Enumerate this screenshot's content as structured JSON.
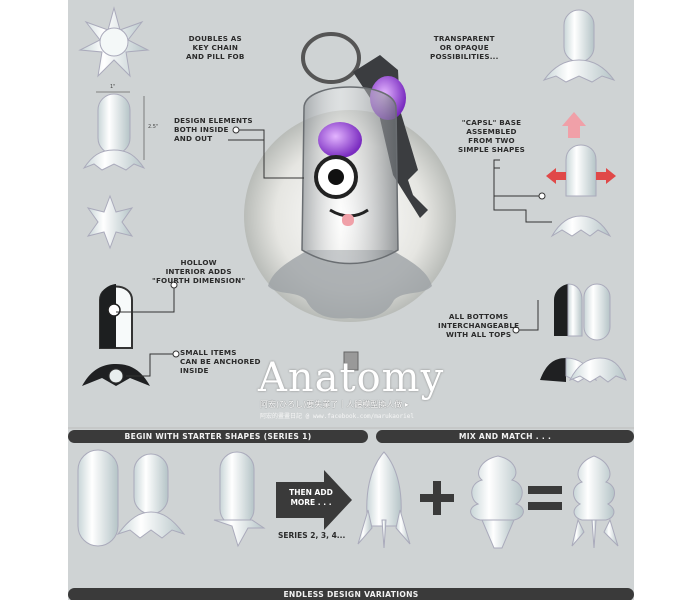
{
  "labels": {
    "keychain": [
      "DOUBLES AS",
      "KEY CHAIN",
      "AND PILL FOB"
    ],
    "transparent": [
      "TRANSPARENT",
      "OR OPAQUE",
      "POSSIBILITIES..."
    ],
    "design": [
      "DESIGN ELEMENTS",
      "BOTH INSIDE",
      "AND OUT"
    ],
    "capsl": [
      "\"CAPSL\" BASE",
      "ASSEMBLED",
      "FROM TWO",
      "SIMPLE SHAPES"
    ],
    "hollow": [
      "HOLLOW",
      "INTERIOR ADDS",
      "\"FOURTH DIMENSION\""
    ],
    "bottoms": [
      "ALL BOTTOMS",
      "INTERCHANGEABLE",
      "WITH ALL TOPS"
    ],
    "small": [
      "SMALL ITEMS",
      "CAN BE ANCHORED",
      "INSIDE"
    ]
  },
  "dimensions": {
    "width": "1\"",
    "height": "2.5\""
  },
  "title": "Anatomy",
  "subtitle": "阿宏(ひろし)要失業了｜人體模型換人做 ▸",
  "watermark": "阿宏的畫畫日記  @ www.facebook.com/marukaoriel",
  "bars": {
    "starter": "BEGIN WITH STARTER SHAPES (SERIES 1)",
    "mix": "MIX AND MATCH . . .",
    "endless": "ENDLESS DESIGN VARIATIONS"
  },
  "then_add": [
    "THEN ADD",
    "MORE . . ."
  ],
  "series": "SERIES 2, 3, 4...",
  "colors": {
    "poster_bg": "#cfd3d4",
    "dark_bar": "#3a3a3a",
    "accent_pink": "#f0a0a8",
    "accent_red": "#e04848",
    "purple": "#8a3fc0"
  }
}
